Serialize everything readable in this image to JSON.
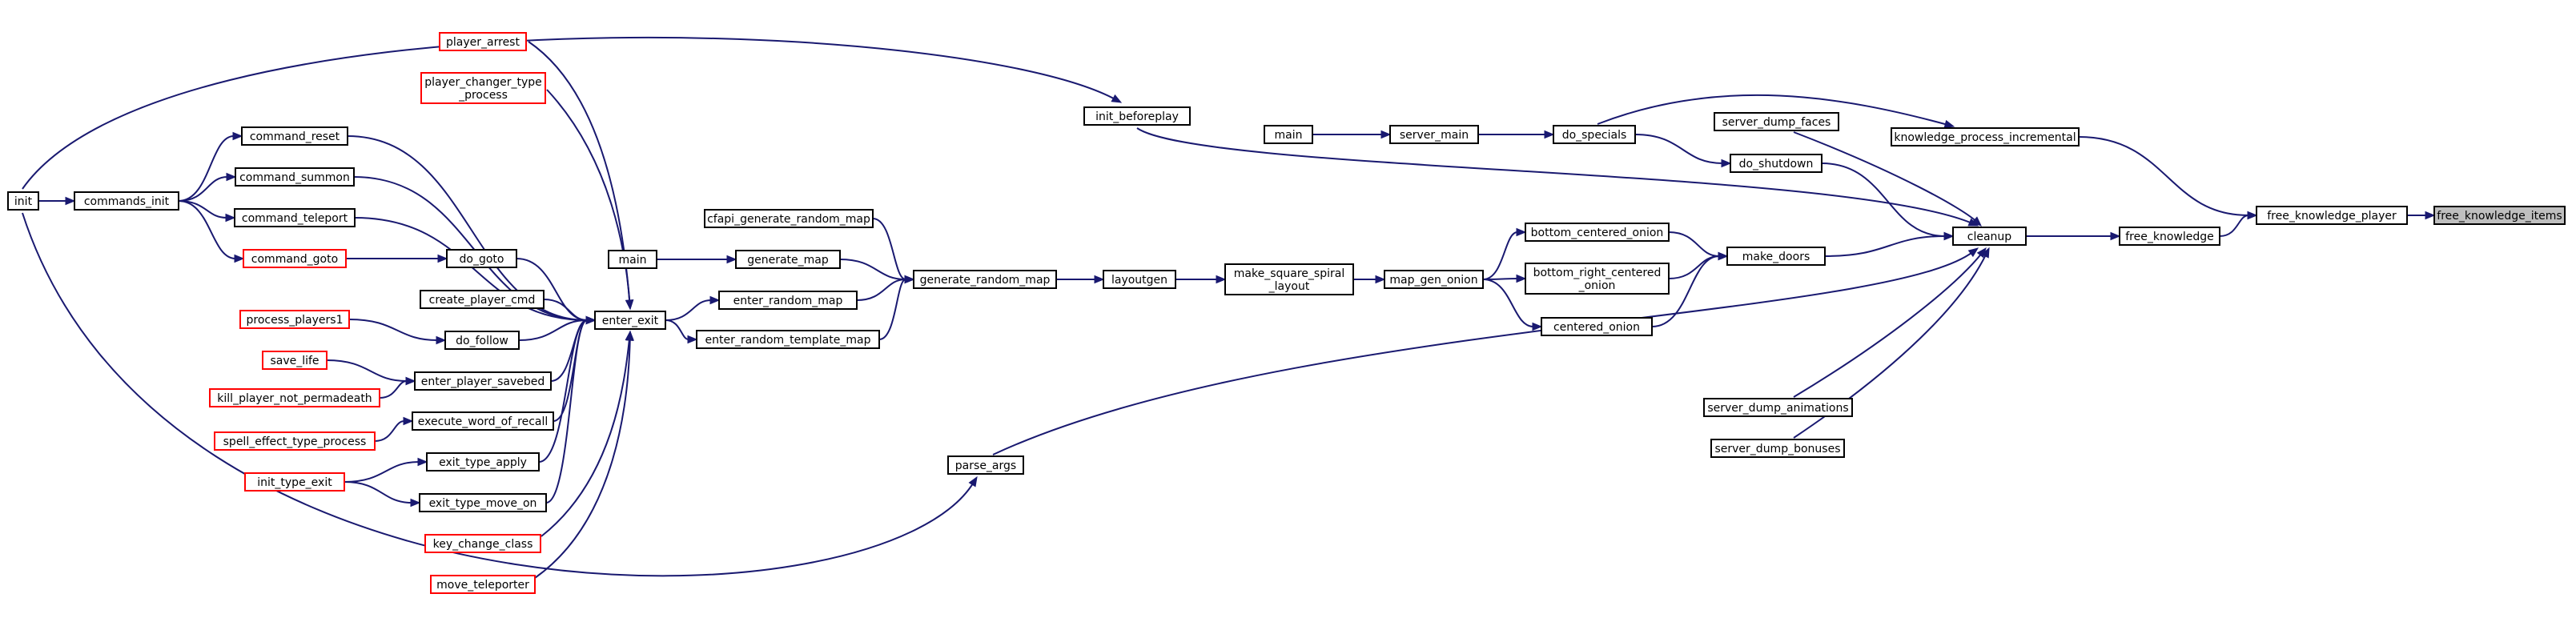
{
  "graph": {
    "root": "free_knowledge_items",
    "colors": {
      "edge": "#191970",
      "node_border": "#000000",
      "truncated_border": "#ff0000",
      "root_fill": "#bfbfbf"
    },
    "nodes": [
      {
        "id": "free_knowledge_items",
        "lines": [
          "free_knowledge_items"
        ],
        "style": "root"
      },
      {
        "id": "free_knowledge_player",
        "lines": [
          "free_knowledge_player"
        ],
        "style": "black"
      },
      {
        "id": "free_knowledge",
        "lines": [
          "free_knowledge"
        ],
        "style": "black"
      },
      {
        "id": "knowledge_process_incremental",
        "lines": [
          "knowledge_process_incremental"
        ],
        "style": "black"
      },
      {
        "id": "cleanup",
        "lines": [
          "cleanup"
        ],
        "style": "black"
      },
      {
        "id": "server_dump_faces",
        "lines": [
          "server_dump_faces"
        ],
        "style": "black"
      },
      {
        "id": "do_shutdown",
        "lines": [
          "do_shutdown"
        ],
        "style": "black"
      },
      {
        "id": "make_doors",
        "lines": [
          "make_doors"
        ],
        "style": "black"
      },
      {
        "id": "server_dump_animations",
        "lines": [
          "server_dump_animations"
        ],
        "style": "black"
      },
      {
        "id": "server_dump_bonuses",
        "lines": [
          "server_dump_bonuses"
        ],
        "style": "black"
      },
      {
        "id": "do_specials",
        "lines": [
          "do_specials"
        ],
        "style": "black"
      },
      {
        "id": "server_main",
        "lines": [
          "server_main"
        ],
        "style": "black"
      },
      {
        "id": "main_top",
        "lines": [
          "main"
        ],
        "style": "black"
      },
      {
        "id": "bottom_centered_onion",
        "lines": [
          "bottom_centered_onion"
        ],
        "style": "black"
      },
      {
        "id": "bottom_right_centered_onion",
        "lines": [
          "bottom_right_centered",
          "_onion"
        ],
        "style": "black"
      },
      {
        "id": "centered_onion",
        "lines": [
          "centered_onion"
        ],
        "style": "black"
      },
      {
        "id": "map_gen_onion",
        "lines": [
          "map_gen_onion"
        ],
        "style": "black"
      },
      {
        "id": "make_square_spiral_layout",
        "lines": [
          "make_square_spiral",
          "_layout"
        ],
        "style": "black"
      },
      {
        "id": "layoutgen",
        "lines": [
          "layoutgen"
        ],
        "style": "black"
      },
      {
        "id": "generate_random_map",
        "lines": [
          "generate_random_map"
        ],
        "style": "black"
      },
      {
        "id": "cfapi_generate_random_map",
        "lines": [
          "cfapi_generate_random_map"
        ],
        "style": "black"
      },
      {
        "id": "generate_map",
        "lines": [
          "generate_map"
        ],
        "style": "black"
      },
      {
        "id": "main_mid",
        "lines": [
          "main"
        ],
        "style": "black"
      },
      {
        "id": "enter_random_map",
        "lines": [
          "enter_random_map"
        ],
        "style": "black"
      },
      {
        "id": "enter_random_template_map",
        "lines": [
          "enter_random_template_map"
        ],
        "style": "black"
      },
      {
        "id": "enter_exit",
        "lines": [
          "enter_exit"
        ],
        "style": "black"
      },
      {
        "id": "init_beforeplay",
        "lines": [
          "init_beforeplay"
        ],
        "style": "black"
      },
      {
        "id": "parse_args",
        "lines": [
          "parse_args"
        ],
        "style": "black"
      },
      {
        "id": "init",
        "lines": [
          "init"
        ],
        "style": "black"
      },
      {
        "id": "commands_init",
        "lines": [
          "commands_init"
        ],
        "style": "black"
      },
      {
        "id": "command_reset",
        "lines": [
          "command_reset"
        ],
        "style": "black"
      },
      {
        "id": "command_summon",
        "lines": [
          "command_summon"
        ],
        "style": "black"
      },
      {
        "id": "command_teleport",
        "lines": [
          "command_teleport"
        ],
        "style": "black"
      },
      {
        "id": "command_goto",
        "lines": [
          "command_goto"
        ],
        "style": "red"
      },
      {
        "id": "do_goto",
        "lines": [
          "do_goto"
        ],
        "style": "black"
      },
      {
        "id": "create_player_cmd",
        "lines": [
          "create_player_cmd"
        ],
        "style": "black"
      },
      {
        "id": "do_follow",
        "lines": [
          "do_follow"
        ],
        "style": "black"
      },
      {
        "id": "process_players1",
        "lines": [
          "process_players1"
        ],
        "style": "red"
      },
      {
        "id": "save_life",
        "lines": [
          "save_life"
        ],
        "style": "red"
      },
      {
        "id": "kill_player_not_permadeath",
        "lines": [
          "kill_player_not_permadeath"
        ],
        "style": "red"
      },
      {
        "id": "enter_player_savebed",
        "lines": [
          "enter_player_savebed"
        ],
        "style": "black"
      },
      {
        "id": "spell_effect_type_process",
        "lines": [
          "spell_effect_type_process"
        ],
        "style": "red"
      },
      {
        "id": "execute_word_of_recall",
        "lines": [
          "execute_word_of_recall"
        ],
        "style": "black"
      },
      {
        "id": "init_type_exit",
        "lines": [
          "init_type_exit"
        ],
        "style": "red"
      },
      {
        "id": "exit_type_apply",
        "lines": [
          "exit_type_apply"
        ],
        "style": "black"
      },
      {
        "id": "exit_type_move_on",
        "lines": [
          "exit_type_move_on"
        ],
        "style": "black"
      },
      {
        "id": "key_change_class",
        "lines": [
          "key_change_class"
        ],
        "style": "red"
      },
      {
        "id": "move_teleporter",
        "lines": [
          "move_teleporter"
        ],
        "style": "red"
      },
      {
        "id": "player_arrest",
        "lines": [
          "player_arrest"
        ],
        "style": "red"
      },
      {
        "id": "player_changer_type_process",
        "lines": [
          "player_changer_type",
          "_process"
        ],
        "style": "red"
      }
    ],
    "edges": [
      [
        "free_knowledge_player",
        "free_knowledge_items"
      ],
      [
        "free_knowledge",
        "free_knowledge_player"
      ],
      [
        "knowledge_process_incremental",
        "free_knowledge_player"
      ],
      [
        "cleanup",
        "free_knowledge"
      ],
      [
        "do_specials",
        "knowledge_process_incremental"
      ],
      [
        "server_dump_faces",
        "cleanup"
      ],
      [
        "do_shutdown",
        "cleanup"
      ],
      [
        "make_doors",
        "cleanup"
      ],
      [
        "init_beforeplay",
        "cleanup"
      ],
      [
        "parse_args",
        "cleanup"
      ],
      [
        "server_dump_animations",
        "cleanup"
      ],
      [
        "server_dump_bonuses",
        "cleanup"
      ],
      [
        "do_specials",
        "do_shutdown"
      ],
      [
        "server_main",
        "do_specials"
      ],
      [
        "main_top",
        "server_main"
      ],
      [
        "bottom_centered_onion",
        "make_doors"
      ],
      [
        "bottom_right_centered_onion",
        "make_doors"
      ],
      [
        "centered_onion",
        "make_doors"
      ],
      [
        "map_gen_onion",
        "bottom_centered_onion"
      ],
      [
        "map_gen_onion",
        "bottom_right_centered_onion"
      ],
      [
        "map_gen_onion",
        "centered_onion"
      ],
      [
        "make_square_spiral_layout",
        "map_gen_onion"
      ],
      [
        "layoutgen",
        "make_square_spiral_layout"
      ],
      [
        "generate_random_map",
        "layoutgen"
      ],
      [
        "cfapi_generate_random_map",
        "generate_random_map"
      ],
      [
        "generate_map",
        "generate_random_map"
      ],
      [
        "enter_random_map",
        "generate_random_map"
      ],
      [
        "enter_random_template_map",
        "generate_random_map"
      ],
      [
        "main_mid",
        "generate_map"
      ],
      [
        "enter_exit",
        "enter_random_map"
      ],
      [
        "enter_exit",
        "enter_random_template_map"
      ],
      [
        "init",
        "init_beforeplay"
      ],
      [
        "init",
        "parse_args"
      ],
      [
        "init",
        "commands_init"
      ],
      [
        "commands_init",
        "command_reset"
      ],
      [
        "commands_init",
        "command_summon"
      ],
      [
        "commands_init",
        "command_teleport"
      ],
      [
        "commands_init",
        "command_goto"
      ],
      [
        "command_goto",
        "do_goto"
      ],
      [
        "command_reset",
        "enter_exit"
      ],
      [
        "command_summon",
        "enter_exit"
      ],
      [
        "command_teleport",
        "enter_exit"
      ],
      [
        "do_goto",
        "enter_exit"
      ],
      [
        "create_player_cmd",
        "enter_exit"
      ],
      [
        "do_follow",
        "enter_exit"
      ],
      [
        "enter_player_savebed",
        "enter_exit"
      ],
      [
        "execute_word_of_recall",
        "enter_exit"
      ],
      [
        "exit_type_apply",
        "enter_exit"
      ],
      [
        "exit_type_move_on",
        "enter_exit"
      ],
      [
        "key_change_class",
        "enter_exit"
      ],
      [
        "move_teleporter",
        "enter_exit"
      ],
      [
        "player_arrest",
        "enter_exit"
      ],
      [
        "player_changer_type_process",
        "enter_exit"
      ],
      [
        "process_players1",
        "do_follow"
      ],
      [
        "save_life",
        "enter_player_savebed"
      ],
      [
        "kill_player_not_permadeath",
        "enter_player_savebed"
      ],
      [
        "spell_effect_type_process",
        "execute_word_of_recall"
      ],
      [
        "init_type_exit",
        "exit_type_apply"
      ],
      [
        "init_type_exit",
        "exit_type_move_on"
      ]
    ]
  }
}
